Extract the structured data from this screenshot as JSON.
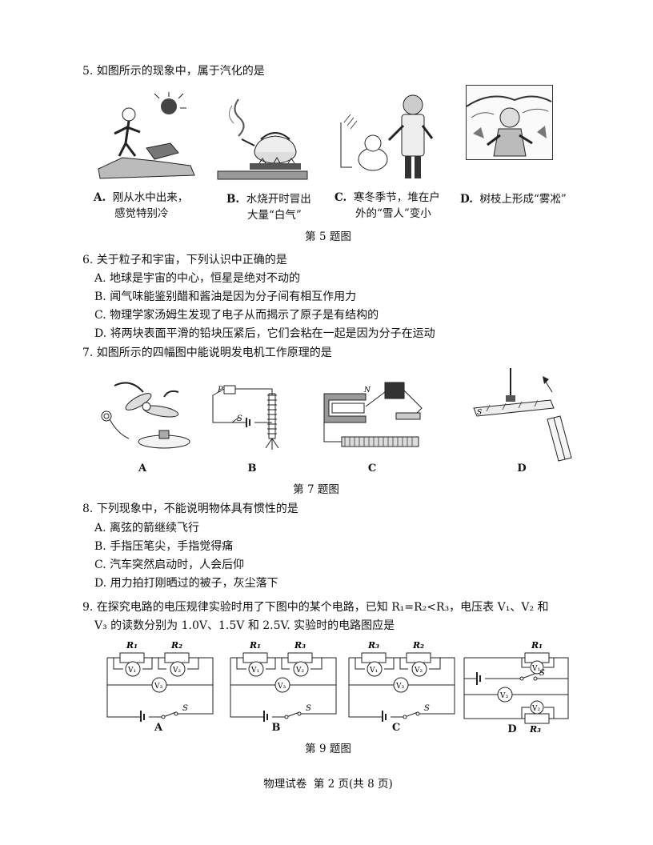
{
  "q5": {
    "stem": "5. 如图所示的现象中，属于汽化的是",
    "options": [
      {
        "letter": "A.",
        "line1": "刚从水中出来，",
        "line2": "感觉特别冷"
      },
      {
        "letter": "B.",
        "line1": "水烧开时冒出",
        "line2": "大量“白气”"
      },
      {
        "letter": "C.",
        "line1": "寒冬季节，堆在户",
        "line2": "外的“雪人”变小"
      },
      {
        "letter": "D.",
        "line1": "树枝上形成“雾凇”",
        "line2": ""
      }
    ],
    "figure_caption": "第 5 题图"
  },
  "q6": {
    "stem": "6. 关于粒子和宇宙，下列认识中正确的是",
    "options": [
      "A. 地球是宇宙的中心，恒星是绝对不动的",
      "B. 闻气味能鉴别醋和酱油是因为分子间有相互作用力",
      "C. 物理学家汤姆生发现了电子从而揭示了原子是有结构的",
      "D. 将两块表面平滑的铅块压紧后，它们会粘在一起是因为分子在运动"
    ]
  },
  "q7": {
    "stem": "7. 如图所示的四幅图中能说明发电机工作原理的是",
    "labels": [
      "A",
      "B",
      "C",
      "D"
    ],
    "figure_caption": "第 7 题图",
    "figure_letters": {
      "p": "P",
      "s": "S",
      "n": "N",
      "ds": "S"
    }
  },
  "q8": {
    "stem": "8. 下列现象中，不能说明物体具有惯性的是",
    "options": [
      "A. 离弦的箭继续飞行",
      "B. 手指压笔尖，手指觉得痛",
      "C. 汽车突然启动时，人会后仰",
      "D. 用力拍打刚晒过的被子，灰尘落下"
    ]
  },
  "q9": {
    "stem_line1": "9. 在探究电路的电压规律实验时用了下图中的某个电路，已知 R₁=R₂<R₃，电压表 V₁、V₂ 和",
    "stem_line2": "V₃ 的读数分别为 1.0V、1.5V 和 2.5V. 实验时的电路图应是",
    "labels": [
      "A",
      "B",
      "C",
      "D"
    ],
    "figure_caption": "第 9 题图",
    "circuits": {
      "a": {
        "r_left": "R₁",
        "r_right": "R₂",
        "v_left": "V₁",
        "v_right": "V₂",
        "v_main": "V₃",
        "switch": "S"
      },
      "b": {
        "r_left": "R₁",
        "r_right": "R₃",
        "v_left": "V₁",
        "v_right": "V₂",
        "v_main": "V₃",
        "switch": "S"
      },
      "c": {
        "r_left": "R₃",
        "r_right": "R₂",
        "v_left": "V₁",
        "v_right": "V₂",
        "v_main": "V₃",
        "switch": "S"
      },
      "d": {
        "r_top": "R₁",
        "v_top": "V₁",
        "switch": "S",
        "v_mid": "V₃",
        "v_bot": "V₂",
        "r_bot": "R₃"
      }
    }
  },
  "footer": "物理试卷  第 2 页(共 8 页)"
}
